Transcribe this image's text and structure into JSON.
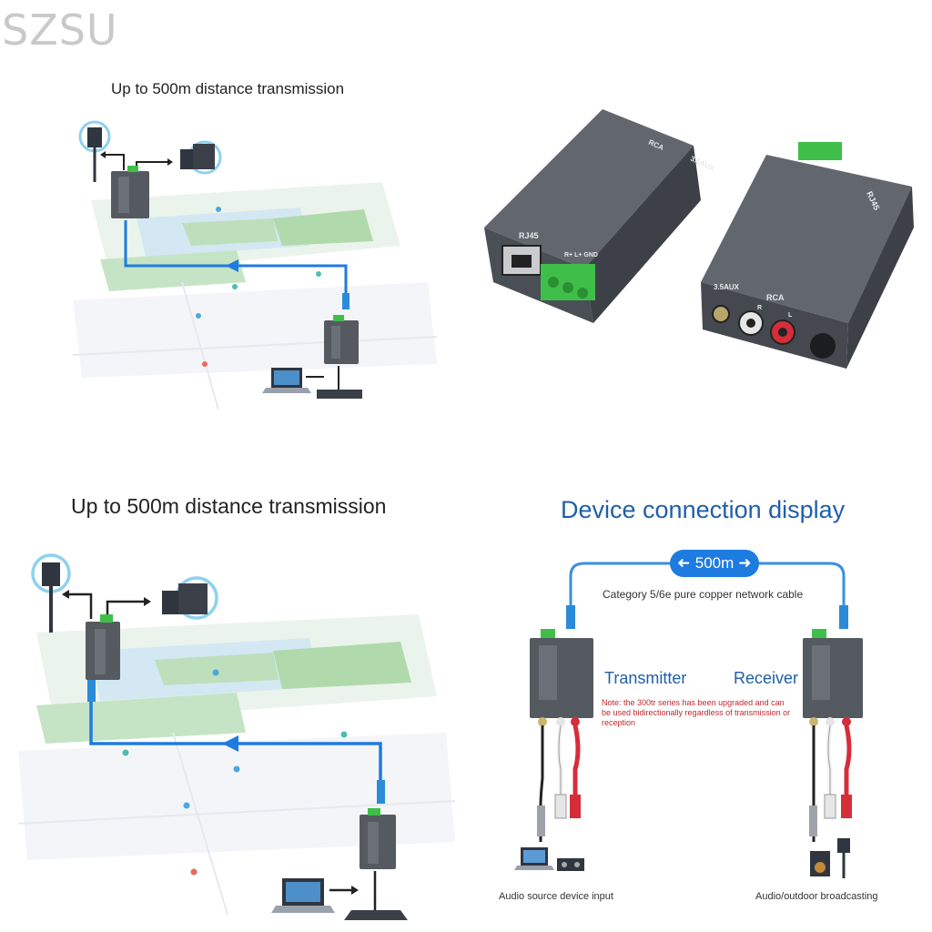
{
  "watermark": "SZSU",
  "panel_top_left": {
    "heading": "Up to 500m distance transmission"
  },
  "panel_top_right": {
    "device_left": {
      "port_rj45": "RJ45",
      "port_rca": "RCA",
      "port_aux": "3.5AUX",
      "terminal": "R+ L+ GND"
    },
    "device_right": {
      "port_rj45": "RJ45",
      "port_rca": "RCA",
      "port_aux": "3.5AUX",
      "rca_r": "R",
      "rca_l": "L"
    }
  },
  "panel_bottom_left": {
    "heading": "Up to 500m distance transmission"
  },
  "panel_bottom_right": {
    "title": "Device connection display",
    "distance_badge": "500m",
    "cable_label": "Category 5/6e pure copper network cable",
    "transmitter_label": "Transmitter",
    "receiver_label": "Receiver",
    "note": "Note: the 300tr series has been upgraded and can be used bidirectionally regardless of transmission or reception",
    "input_caption": "Audio source device input",
    "output_caption": "Audio/outdoor broadcasting"
  },
  "colors": {
    "title_blue": "#1f5fa8",
    "accent_blue": "#1e7be0",
    "note_red": "#c0282d",
    "device_body": "#555a61",
    "terminal_green": "#3fbf4a"
  }
}
